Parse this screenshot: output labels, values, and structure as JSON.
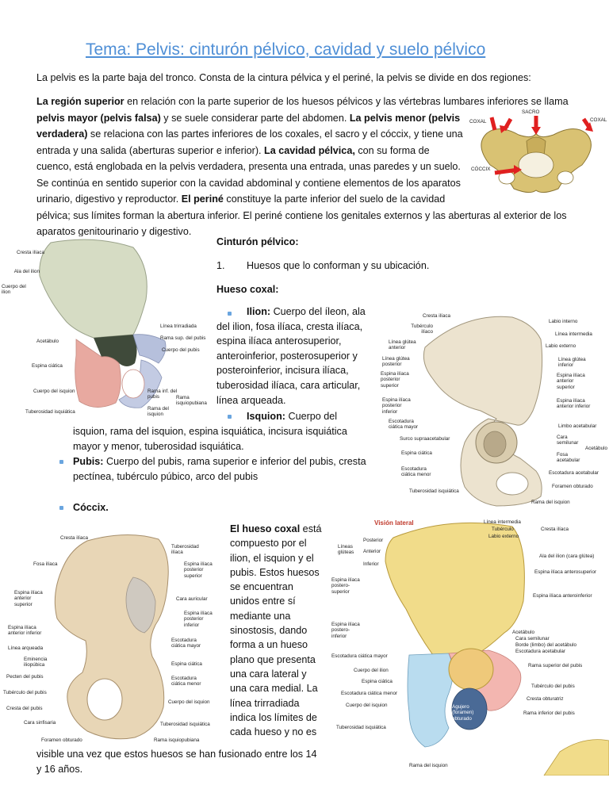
{
  "title": "Tema: Pelvis: cinturón pélvico, cavidad y suelo pélvico",
  "intro": "La pelvis es la parte baja del tronco. Consta de la cintura pélvica y el periné, la pelvis se divide en dos regiones:",
  "para": {
    "l1a": "La región superior",
    "l1b": " en relación con la parte superior de los huesos pélvicos y las vértebras lumbares inferiores se llama",
    "l2a": "pelvis mayor (pelvis falsa)",
    "l2b": " y se suele considerar parte del abdomen. ",
    "l2c": "La pelvis menor (pelvis",
    "l3a": "verdadera)",
    "l3b": " se relaciona con las partes inferiores de los coxales, el sacro y el cóccix, y tiene una",
    "l4a": "entrada y una salida (aberturas superior e inferior). ",
    "l4b": "La cavidad pélvica,",
    "l4c": " con su forma de",
    "l5": "cuenco, está englobada en la pelvis verdadera, presenta una entrada, unas paredes y un suelo.",
    "l6": "Se continúa en sentido superior con la cavidad abdominal y contiene elementos de los aparatos",
    "l7a": "urinario, digestivo y reproductor. ",
    "l7b": "El periné",
    "l7c": " constituye la parte inferior del suelo de la cavidad",
    "l8": "pélvica; sus límites forman la abertura inferior. El periné contiene los genitales externos y las aberturas al exterior de los",
    "l9": "aparatos genitourinario y digestivo."
  },
  "pelvis_fig": {
    "sacro": "SACRO",
    "coxal_left": "COXAL",
    "coxal_right": "COXAL",
    "coccix": "CÓCCIX"
  },
  "cinturon": {
    "heading": "Cinturón pélvico:",
    "item_num": "1.",
    "item_text": "Huesos que lo conforman y su ubicación.",
    "hueso_heading": "Hueso coxal:",
    "ilion_label": "Ilion:",
    "ilion_lines": [
      " Cuerpo del íleon, ala",
      "del ilion, fosa ilíaca, cresta ilíaca,",
      "espina ilíaca anterosuperior,",
      "anteroinferior, posterosuperior y",
      "posteroinferior, incisura ilíaca,",
      "tuberosidad ilíaca, cara articular,",
      "línea arqueada."
    ],
    "isquion_label": "Isquion:",
    "isquion_lines": [
      " Cuerpo del",
      "isquion, rama del isquion, espina isquiática, incisura isquiática",
      "mayor y menor, tuberosidad isquiática."
    ],
    "pubis_label": "Pubis:",
    "pubis_lines": [
      " Cuerpo del pubis, rama superior e inferior del pubis, cresta",
      "pectínea, tubérculo púbico, arco del pubis"
    ],
    "coccix_label": "Cóccix."
  },
  "coxal_text": {
    "bold": "El hueso coxal",
    "lines": [
      " está",
      "compuesto por el",
      "ilion, el isquion y el",
      "pubis. Estos huesos",
      "se encuentran",
      "unidos entre sí",
      "mediante una",
      "sinostosis, dando",
      "forma a un hueso",
      "plano que presenta",
      "una cara lateral y",
      "una cara medial. La",
      "línea trirradiada",
      "indica los límites de",
      "cada hueso y no es"
    ],
    "last1": "visible una vez que estos huesos se han fusionado entre los 14",
    "last2": "y 16 años."
  },
  "fig1_labels": [
    "Cresta ilíaca",
    "Ala del ilion",
    "Cuerpo del ilion",
    "Acetábulo",
    "Espina ciática",
    "Cuerpo del isquion",
    "Tuberosidad isquiática",
    "Línea trirradiada",
    "Rama sup. del pubis",
    "Cuerpo del pubis",
    "Rama inf. del pubis",
    "Rama del isquion",
    "Rama isquiopubiana"
  ],
  "fig2_labels_left": [
    "Cresta ilíaca",
    "Tubérculo ilíaco",
    "Línea glútea anterior",
    "Línea glútea posterior",
    "Espina ilíaca posterior superior",
    "Espina ilíaca posterior inferior",
    "Escotadura ciática mayor",
    "Surco supraacetabular",
    "Espina ciática",
    "Escotadura ciática menor",
    "Tuberosidad isquiática"
  ],
  "fig2_labels_right": [
    "Labio interno",
    "Línea intermedia",
    "Labio externo",
    "Línea glútea inferior",
    "Espina ilíaca anterior superior",
    "Espina ilíaca anterior inferior",
    "Limbo acetabular",
    "Cara semilunar",
    "Fosa acetabular",
    "Acetábulo",
    "Escotadura acetabular",
    "Foramen obturado",
    "Rama del isquion"
  ],
  "fig3_labels_left": [
    "Cresta ilíaca",
    "Fosa ilíaca",
    "Espina ilíaca anterior superior",
    "Espina ilíaca anterior inferior",
    "Línea arqueada",
    "Eminencia iliopúbica",
    "Pecten del pubis",
    "Tubérculo del pubis",
    "Cresta del pubis",
    "Cara sinfisaria",
    "Foramen obturado"
  ],
  "fig3_labels_right": [
    "Tuberosidad ilíaca",
    "Espina ilíaca posterior superior",
    "Cara auricular",
    "Espina ilíaca posterior inferior",
    "Escotadura ciática mayor",
    "Espina ciática",
    "Escotadura ciática menor",
    "Cuerpo del isquion",
    "Tuberosidad isquiática",
    "Rama isquiopubiana"
  ],
  "fig4": {
    "heading": "Visión lateral",
    "top_right": [
      "Línea intermedia",
      "Tubérculo",
      "Labio externo"
    ],
    "cresta": "Cresta ilíaca",
    "lineas": "Líneas glúteas",
    "lineas_items": [
      "Posterior",
      "Anterior",
      "Inferior"
    ],
    "right": [
      "Ala del ilion (cara glútea)",
      "Espina ilíaca anterosuperior",
      "Espina ilíaca anteroinferior",
      "Acetábulo",
      "Cara semilunar",
      "Borde (limbo) del acetábulo",
      "Escotadura acetabular",
      "Rama superior del pubis",
      "Tubérculo del pubis",
      "Cresta obturatriz",
      "Rama inferior del pubis"
    ],
    "left": [
      "Espina ilíaca postero-superior",
      "Espina ilíaca postero-inferior",
      "Escotadura ciática mayor",
      "Cuerpo del ilion",
      "Espina ciática",
      "Escotadura ciática menor",
      "Cuerpo del isquion",
      "Tuberosidad isquiática"
    ],
    "agujero": "Agujero (foramen) obturado",
    "bottom": "Rama del isquion"
  }
}
